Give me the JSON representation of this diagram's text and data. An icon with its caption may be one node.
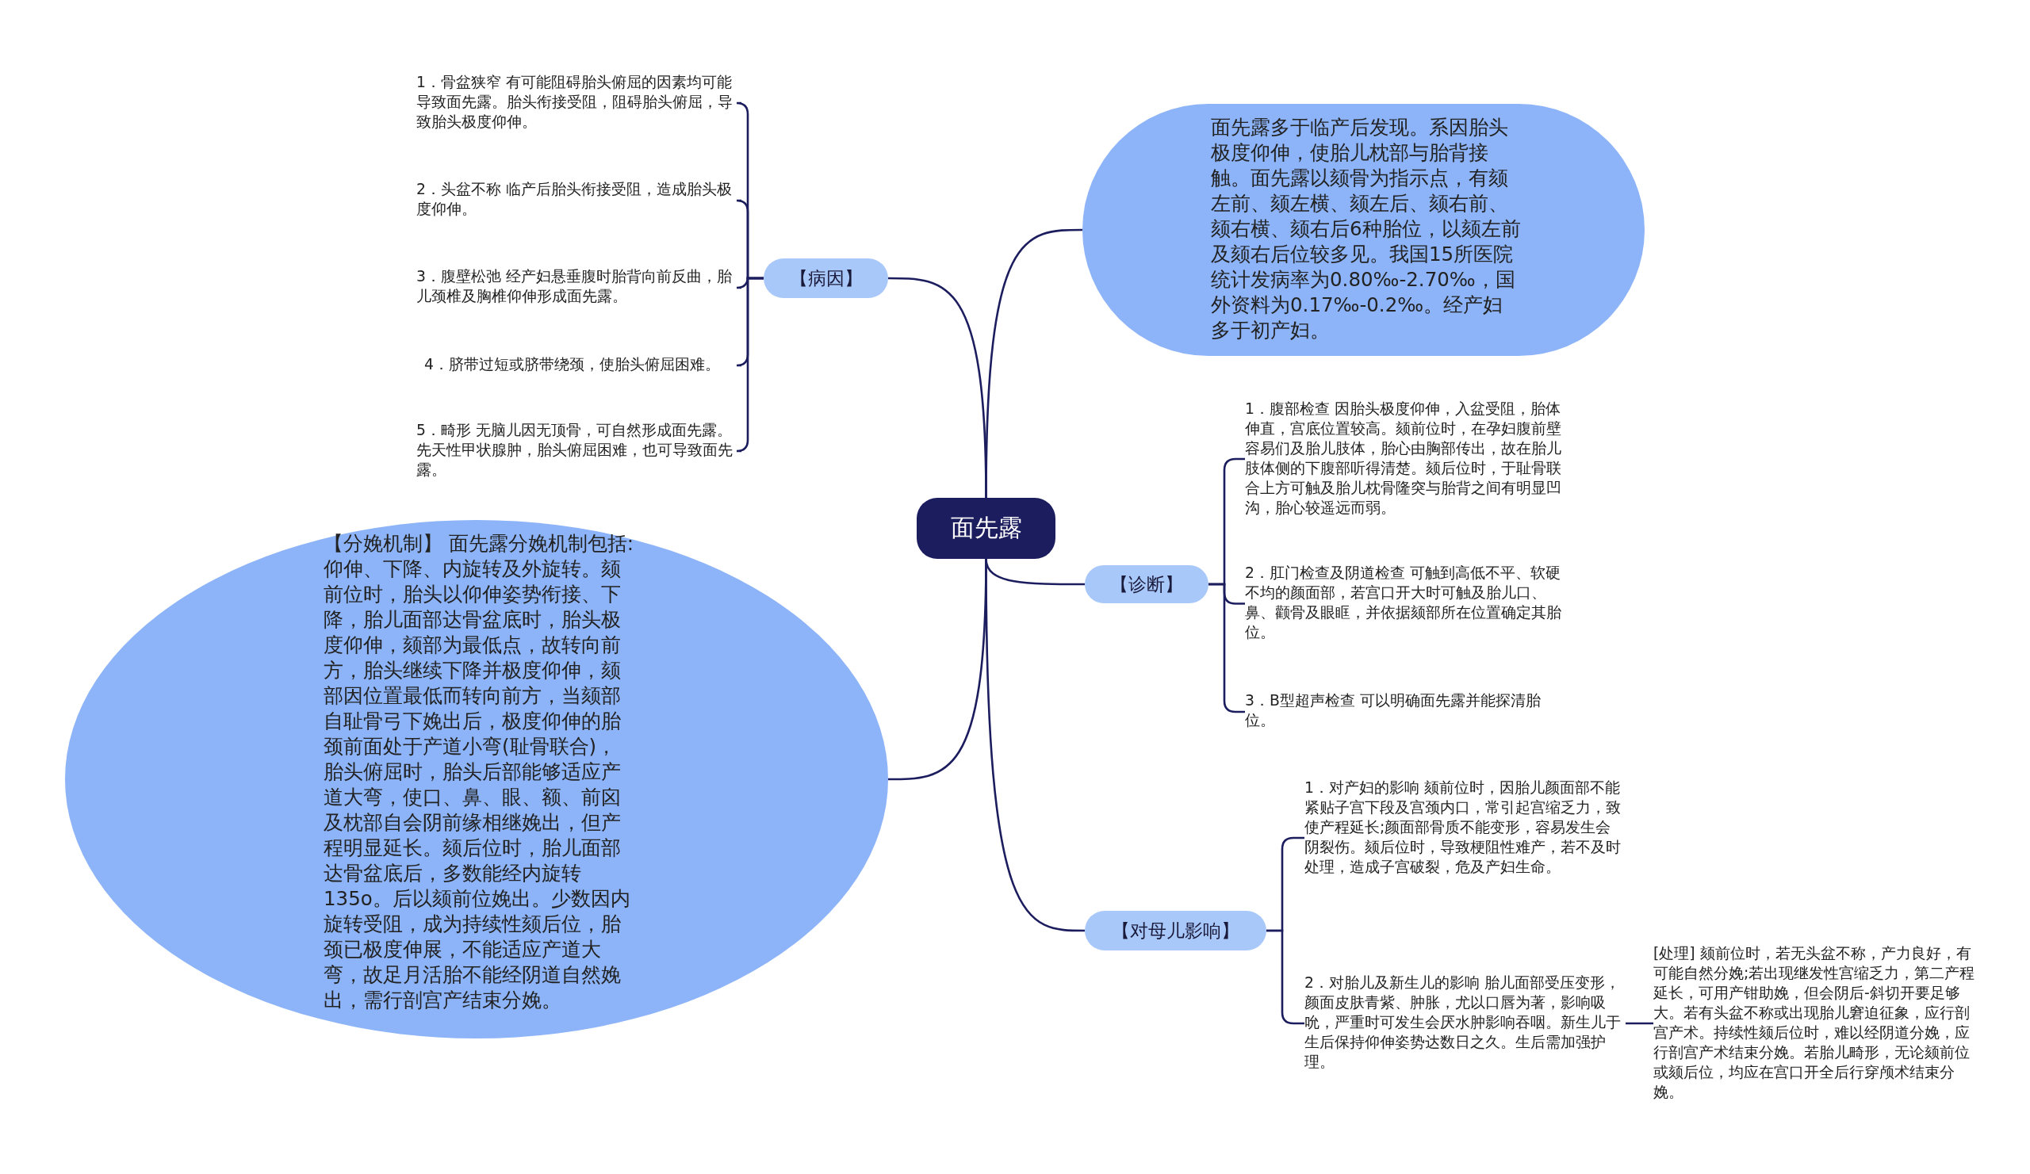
{
  "diagram": {
    "nodes": [
      {
        "text": [
          "面先露"
        ]
      },
      {
        "text": [
          "【病因】"
        ]
      },
      {
        "text": [
          "1．骨盆狭窄 有可能阻碍胎头俯屈的因素均可能导致面先露。胎头衔接受阻，阻碍胎头俯屈，导致胎头极度仰伸。"
        ]
      },
      {
        "text": [
          "2．头盆不称 临产后胎头衔接受阻，造成胎头极度仰伸。"
        ]
      },
      {
        "text": [
          "3．腹壁松弛 经产妇悬垂腹时胎背向前反曲，胎儿颈椎及胸椎仰伸形成面先露。"
        ]
      },
      {
        "text": [
          "4．脐带过短或脐带绕颈，使胎头俯屈困难。"
        ]
      },
      {
        "text": [
          "5．畸形 无脑儿因无顶骨，可自然形成面先露。先天性甲状腺肿，胎头俯屈困难，也可导致面先露。"
        ]
      },
      {
        "text": [
          "面先露多于临产后发现。系因胎头极度仰伸，使胎儿枕部与胎背接触。面先露以颏骨为指示点，有颏左前、颏左横、颏左后、颏右前、颏右横、颏右后6种胎位，以颏左前及颏右后位较多见。我国15所医院统计发病率为0.80‰-2.70‰，国外资料为0.17‰-0.2‰。经产妇多于初产妇。"
        ]
      },
      {
        "text": [
          "【诊断】"
        ]
      },
      {
        "text": [
          "1．腹部检查 因胎头极度仰伸，入盆受阻，胎体伸直，宫底位置较高。颏前位时，在孕妇腹前壁容易们及胎儿肢体，胎心由胸部传出，故在胎儿肢体侧的下腹部听得清楚。颏后位时，于耻骨联合上方可触及胎儿枕骨隆突与胎背之间有明显凹沟，胎心较遥远而弱。"
        ]
      },
      {
        "text": [
          "2．肛门检查及阴道检查 可触到高低不平、软硬不均的颜面部，若宫口开大时可触及胎儿口、鼻、颧骨及眼眶，并依据颏部所在位置确定其胎位。"
        ]
      },
      {
        "text": [
          "3．B型超声检查 可以明确面先露并能探清胎位。"
        ]
      },
      {
        "text": [
          "【对母儿影响】"
        ]
      },
      {
        "text": [
          "1．对产妇的影响 颏前位时，因胎儿颜面部不能紧贴子宫下段及宫颈内口，常引起宫缩乏力，致使产程延长;颜面部骨质不能变形，容易发生会阴裂伤。颏后位时，导致梗阻性难产，若不及时处理，造成子宫破裂，危及产妇生命。"
        ]
      },
      {
        "text": [
          "2．对胎儿及新生儿的影响 胎儿面部受压变形，颜面皮肤青紫、肿胀，尤以口唇为著，影响吸吮，严重时可发生会厌水肿影响吞咽。新生儿于生后保持仰伸姿势达数日之久。生后需加强护理。"
        ]
      },
      {
        "text": [
          "[处理] 颏前位时，若无头盆不称，产力良好，有可能自然分娩;若出现继发性宫缩乏力，第二产程延长，可用产钳助娩，但会阴后-斜切开要足够大。若有头盆不称或出现胎儿窘迫征象，应行剖宫产术。持续性颏后位时，难以经阴道分娩，应行剖宫产术结束分娩。若胎儿畸形，无论颏前位或颏后位，均应在宫口开全后行穿颅术结束分娩。"
        ]
      },
      {
        "text": [
          "【分娩机制】 面先露分娩机制包括:仰伸、下降、内旋转及外旋转。颏前位时，胎头以仰伸姿势衔接、下降，胎儿面部达骨盆底时，胎头极度仰伸，颏部为最低点，故转向前方，胎头继续下降并极度仰伸，颏部因位置最低而转向前方，当颏部自耻骨弓下娩出后，极度仰伸的胎颈前面处于产道小弯(耻骨联合)，胎头俯屈时，胎头后部能够适应产道大弯，使口、鼻、眼、额、前囟及枕部自会阴前缘相继娩出，但产程明显延长。颏后位时，胎儿面部达骨盆底后，多数能经内旋转135o。后以颏前位娩出。少数因内旋转受阻，成为持续性颏后位，胎颈已极度伸展，不能适应产道大弯，故足月活胎不能经阴道自然娩出，需行剖宫产结束分娩。"
        ]
      }
    ],
    "edges": [
      {
        "from": 0,
        "to": 1,
        "arrow": "none"
      },
      {
        "from": 0,
        "to": 7,
        "arrow": "none"
      },
      {
        "from": 0,
        "to": 8,
        "arrow": "none"
      },
      {
        "from": 0,
        "to": 12,
        "arrow": "none"
      },
      {
        "from": 0,
        "to": 16,
        "arrow": "none"
      },
      {
        "from": 1,
        "to": 2,
        "arrow": "none"
      },
      {
        "from": 1,
        "to": 3,
        "arrow": "none"
      },
      {
        "from": 1,
        "to": 4,
        "arrow": "none"
      },
      {
        "from": 1,
        "to": 5,
        "arrow": "none"
      },
      {
        "from": 1,
        "to": 6,
        "arrow": "none"
      },
      {
        "from": 8,
        "to": 9,
        "arrow": "none"
      },
      {
        "from": 8,
        "to": 10,
        "arrow": "none"
      },
      {
        "from": 8,
        "to": 11,
        "arrow": "none"
      },
      {
        "from": 12,
        "to": 13,
        "arrow": "none"
      },
      {
        "from": 12,
        "to": 14,
        "arrow": "none"
      },
      {
        "from": 14,
        "to": 15,
        "arrow": "none"
      }
    ]
  }
}
